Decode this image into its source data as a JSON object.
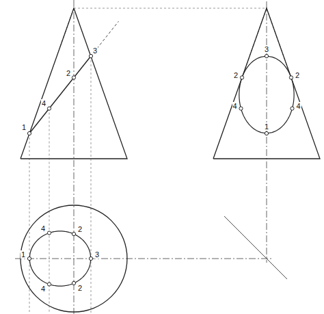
{
  "diagram": {
    "labels": [
      "1",
      "4",
      "2",
      "3",
      "3",
      "2",
      "2",
      "4",
      "4",
      "1",
      "4",
      "2",
      "1",
      "3",
      "4",
      "2"
    ]
  }
}
